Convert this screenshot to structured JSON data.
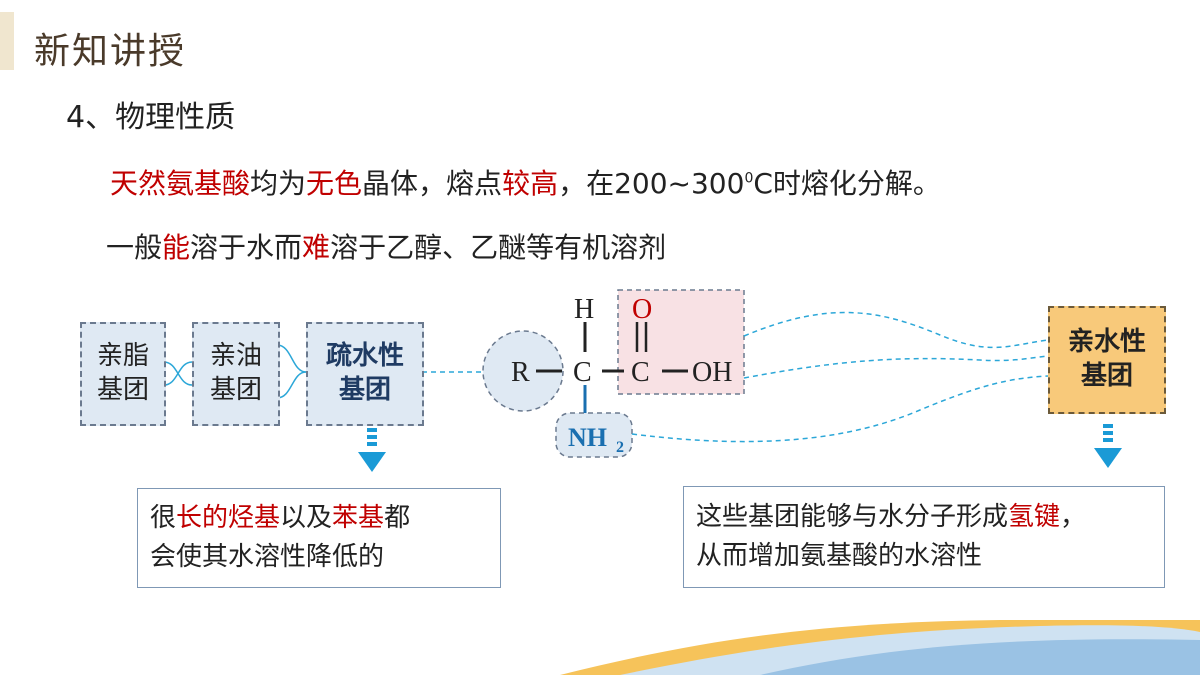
{
  "header": {
    "title": "新知讲授"
  },
  "section": {
    "heading": "4、物理性质"
  },
  "line1": {
    "r1": "天然氨基酸",
    "b1": "均为",
    "r2": "无色",
    "b2": "晶体，熔点",
    "r3": "较高",
    "b3": "，在200~300",
    "sup": "0",
    "b4": "C时熔化分解。"
  },
  "line2": {
    "b1": "一般",
    "r1": "能",
    "b2": "溶于水而",
    "r2": "难",
    "b3": "溶于乙醇、乙醚等有机溶剂"
  },
  "boxes": {
    "lipophilic_l1": "亲脂",
    "lipophilic_l2": "基团",
    "oleophilic_l1": "亲油",
    "oleophilic_l2": "基团",
    "hydrophobic_l1": "疏水性",
    "hydrophobic_l2": "基团",
    "hydrophilic_l1": "亲水性",
    "hydrophilic_l2": "基团"
  },
  "structure": {
    "H": "H",
    "O": "O",
    "R": "R",
    "C1": "C",
    "C2": "C",
    "OH": "OH",
    "NH": "NH",
    "sub2": "2"
  },
  "note_left": {
    "p1": "很",
    "r1": "长的烃基",
    "p2": "以及",
    "r2": "苯基",
    "p3": "都",
    "line2": "会使其水溶性降低的"
  },
  "note_right": {
    "p1": "这些基团能够与水分子形成",
    "r1": "氢键",
    "p2": "，",
    "line2": "从而增加氨基酸的水溶性"
  },
  "colors": {
    "accent_red": "#c00000",
    "box_blue": "#dfe9f3",
    "box_orange": "#f8c97a",
    "arrow_blue": "#1a9ad6",
    "connector": "#2ca7d8"
  }
}
